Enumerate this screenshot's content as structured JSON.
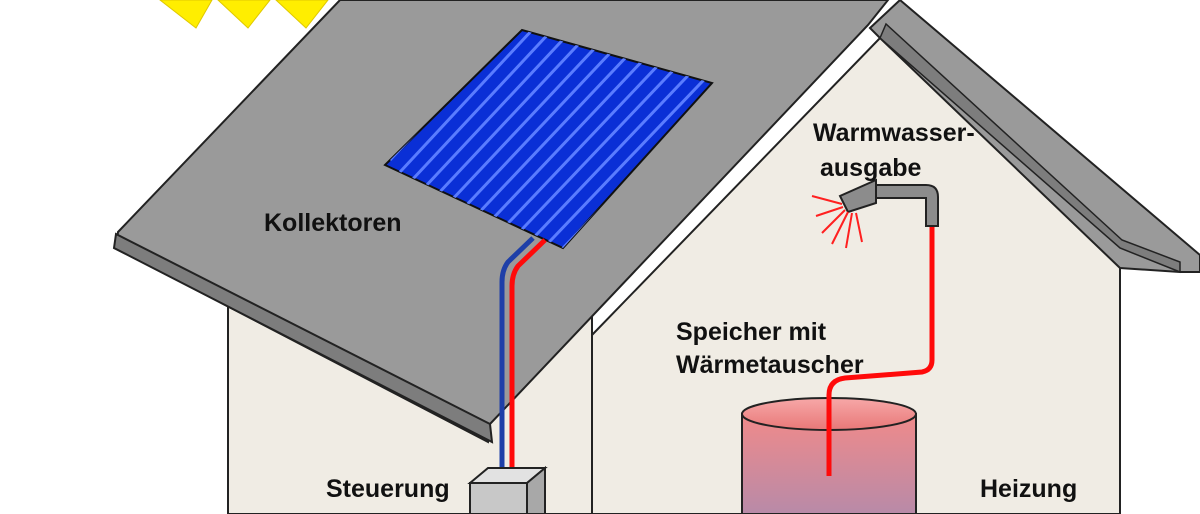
{
  "diagram": {
    "labels": {
      "collectors": "Kollektoren",
      "hot_water_line1": "Warmwasser-",
      "hot_water_line2": "ausgabe",
      "storage_line1": "Speicher mit",
      "storage_line2": "Wärmetauscher",
      "control": "Steuerung",
      "heating": "Heizung"
    },
    "colors": {
      "sky": "#ffffff",
      "sun": "#ffee00",
      "roof": "#9a9a9a",
      "roof_edge": "#7d7d7d",
      "wall": "#f0ece4",
      "collector": "#0a2fd6",
      "collector_lines": "#5a7cff",
      "pipe_hot": "#ff0a0a",
      "pipe_cold": "#1e3fa8",
      "tank_top": "#f08a8a",
      "tank_bottom": "#b88aa8",
      "faucet": "#8c8c8c",
      "control_box": "#c8c8c8"
    },
    "icons": [
      "sun-icon",
      "shower-icon"
    ]
  }
}
